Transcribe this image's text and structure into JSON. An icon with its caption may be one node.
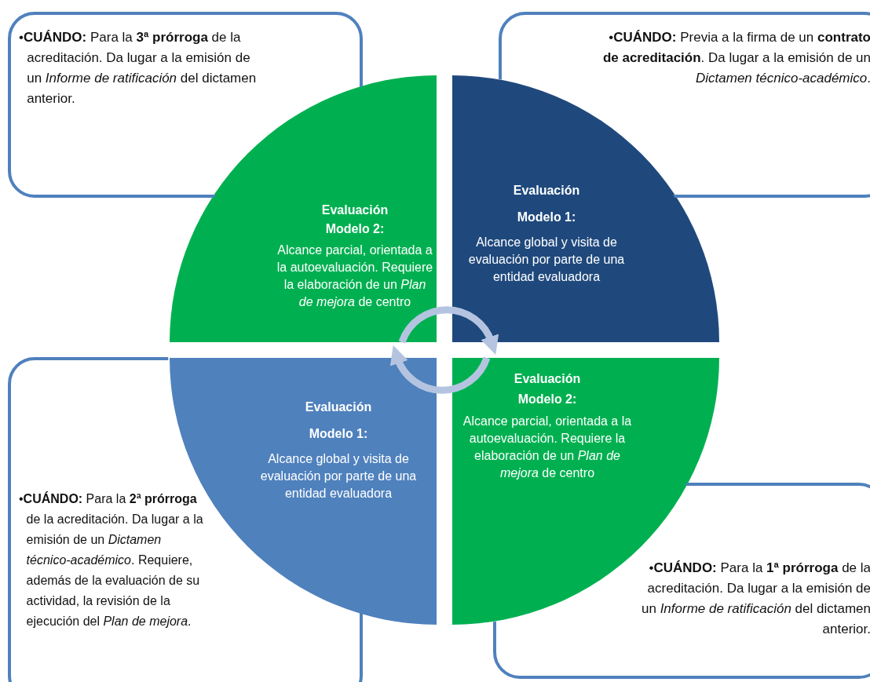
{
  "diagram": {
    "nodes": [
      {
        "text": [
          "•**CUÁNDO:** Para la **3ª prórroga** de la acreditación. Da lugar a la emisión de un *Informe de ratificación* del dictamen anterior."
        ]
      },
      {
        "text": [
          "•**CUÁNDO:** Previa a la firma de un **contrato de acreditación**. Da lugar a la emisión de un *Dictamen técnico-académico*."
        ]
      },
      {
        "text": [
          "Evaluación Modelo 2:",
          "Alcance parcial, orientada a la autoevaluación. Requiere la elaboración de un *Plan de mejora* de centro"
        ]
      },
      {
        "text": [
          "Evaluación Modelo 1:",
          "Alcance global y visita de evaluación por parte de una entidad evaluadora"
        ]
      },
      {
        "text": [
          "Evaluación Modelo 1:",
          "Alcance global y visita de evaluación por parte de una entidad evaluadora"
        ]
      },
      {
        "text": [
          "Evaluación Modelo 2:",
          "Alcance parcial, orientada a la autoevaluación. Requiere la elaboración de un *Plan de mejora* de centro"
        ]
      },
      {
        "text": [
          "•**CUÁNDO:** Para la **2ª prórroga** de la acreditación. Da lugar a la emisión de un *Dictamen técnico-académico*. Requiere, además de la evaluación de su actividad, la revisión de la ejecución del *Plan de mejora*."
        ]
      },
      {
        "text": [
          "•**CUÁNDO:** Para la **1ª prórroga** de la acreditación. Da lugar a la emisión de un *Informe de ratificación* del dictamen anterior."
        ]
      }
    ],
    "edges": [
      {
        "from": 2,
        "to": 3,
        "arrow": "to"
      },
      {
        "from": 5,
        "to": 4,
        "arrow": "to"
      }
    ]
  }
}
